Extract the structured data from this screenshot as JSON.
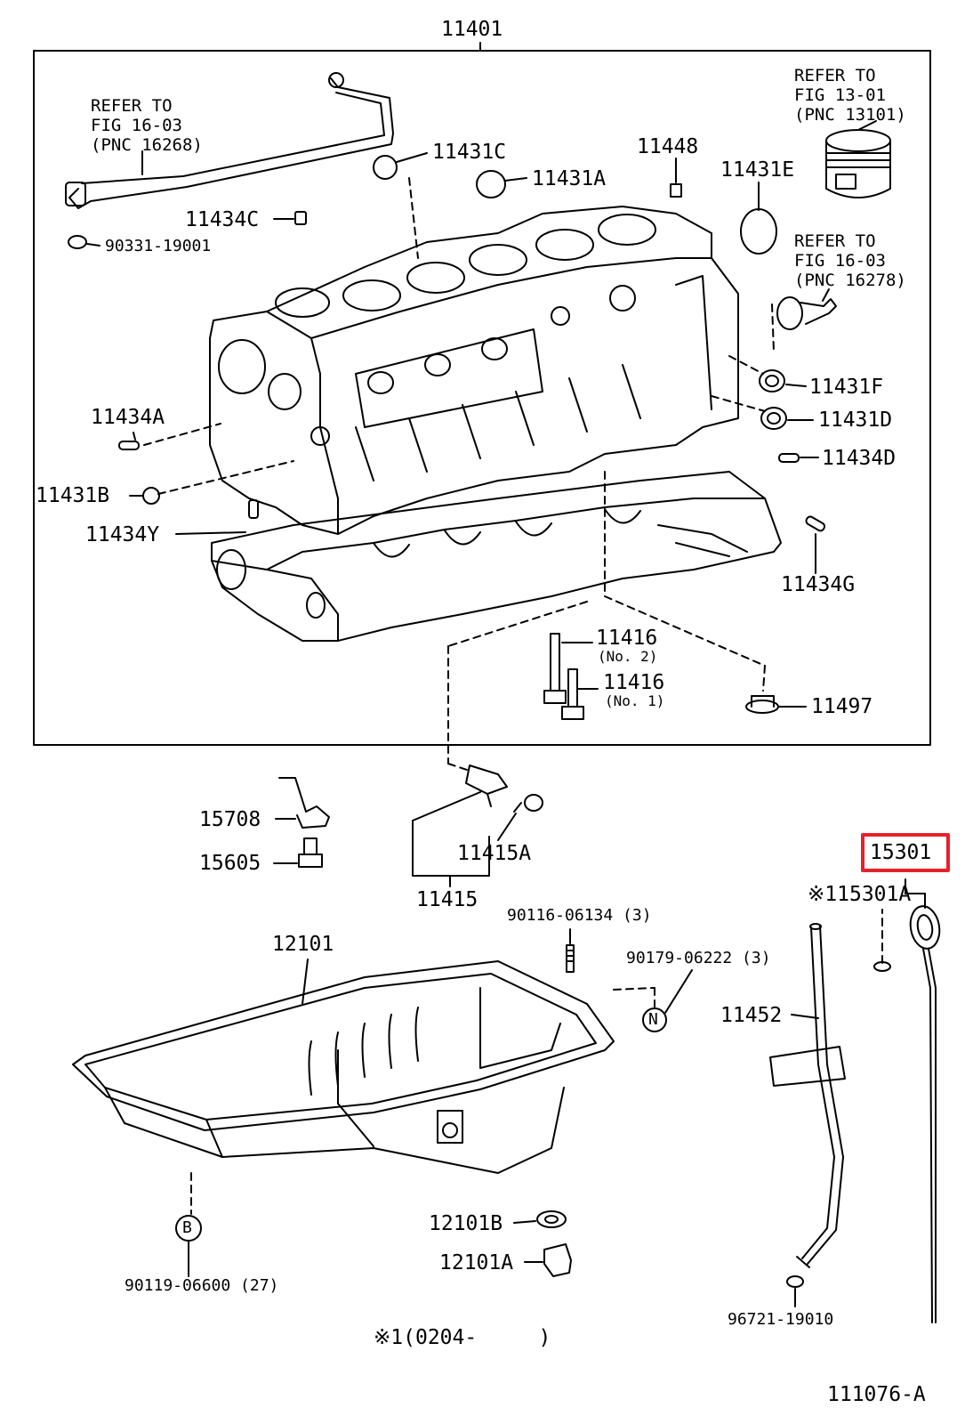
{
  "diagram": {
    "frame_label": "11401",
    "refer": {
      "r1": [
        "REFER TO",
        "FIG 16-03",
        "(PNC 16268)"
      ],
      "r2": [
        "REFER TO",
        "FIG 13-01",
        "(PNC 13101)"
      ],
      "r3": [
        "REFER TO",
        "FIG 16-03",
        "(PNC 16278)"
      ]
    },
    "parts": {
      "p11431C": "11431C",
      "p11431A": "11431A",
      "p11448": "11448",
      "p11431E": "11431E",
      "p11434C": "11434C",
      "p90331": "90331-19001",
      "p11434A": "11434A",
      "p11431F": "11431F",
      "p11431D": "11431D",
      "p11434D": "11434D",
      "p11431B": "11431B",
      "p11434Y": "11434Y",
      "p11434G": "11434G",
      "p11416a": "11416",
      "p11416a_sub": "(No. 2)",
      "p11416b": "11416",
      "p11416b_sub": "(No. 1)",
      "p11497": "11497",
      "p15708": "15708",
      "p15605": "15605",
      "p11415A": "11415A",
      "p11415": "11415",
      "p15301": "15301",
      "p115301A": "※115301A",
      "p90116": "90116-06134 (3)",
      "p12101": "12101",
      "p90179": "90179-06222 (3)",
      "p11452": "11452",
      "p12101B": "12101B",
      "p12101A": "12101A",
      "p90119": "90119-06600 (27)",
      "p96721": "96721-19010"
    },
    "markers": {
      "n": "N",
      "b": "B"
    },
    "footnote": "※1(0204-     )",
    "figure_code": "111076-A",
    "highlight_color": "#e8202a"
  }
}
